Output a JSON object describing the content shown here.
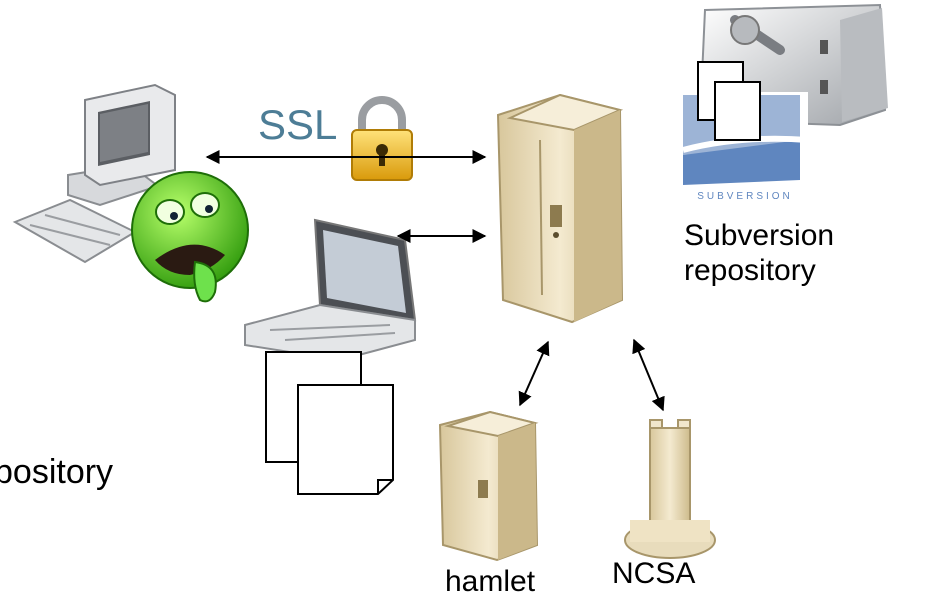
{
  "labels": {
    "ssl": "SSL",
    "repository_caption_line1": "Subversion",
    "repository_caption_line2": "repository",
    "hamlet": "hamlet",
    "ncsa": "NCSA",
    "partial_background_text": "pository"
  },
  "logo": {
    "text": "SUBVERSION"
  },
  "colors": {
    "ssl_text": "#4d7d96",
    "server_body": "#efe3c4",
    "server_shadow": "#c9b98f",
    "lock_gold": "#f2c21b",
    "smiley_green": "#5cc21e",
    "logo_blue": "#7c9ec9"
  },
  "icons": [
    "desktop-computer-icon",
    "sick-smiley-icon",
    "padlock-icon",
    "laptop-icon",
    "document-stack-icon",
    "server-tower-icon",
    "safe-vault-icon",
    "subversion-logo-icon",
    "ncsa-machine-icon"
  ]
}
